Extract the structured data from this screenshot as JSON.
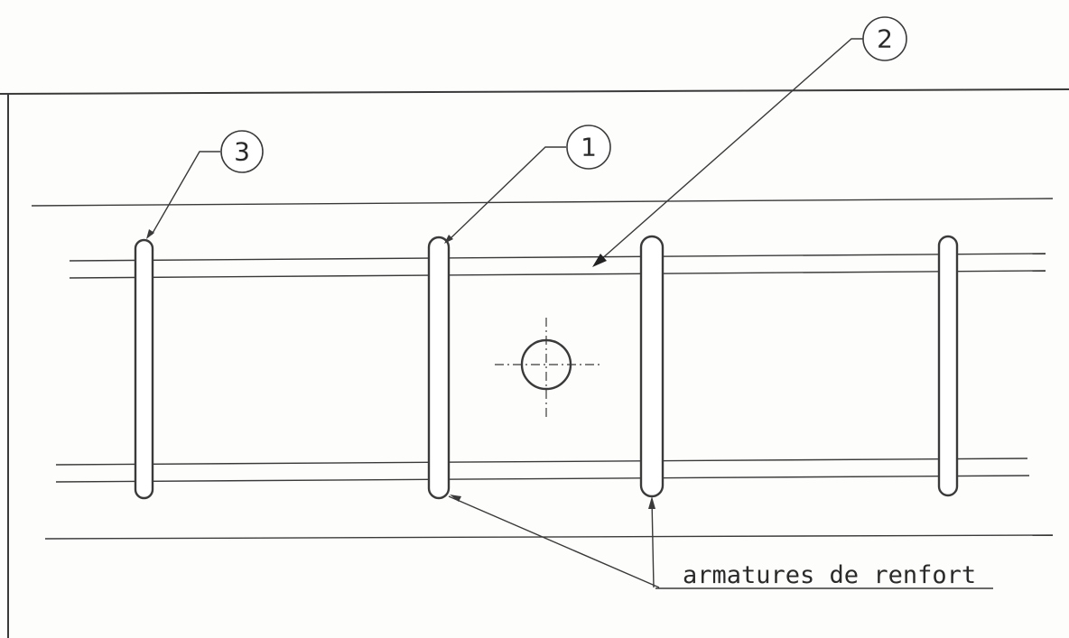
{
  "diagram": {
    "callouts": [
      {
        "id": "1",
        "label": "1"
      },
      {
        "id": "2",
        "label": "2"
      },
      {
        "id": "3",
        "label": "3"
      }
    ],
    "note": "armatures de renfort"
  }
}
